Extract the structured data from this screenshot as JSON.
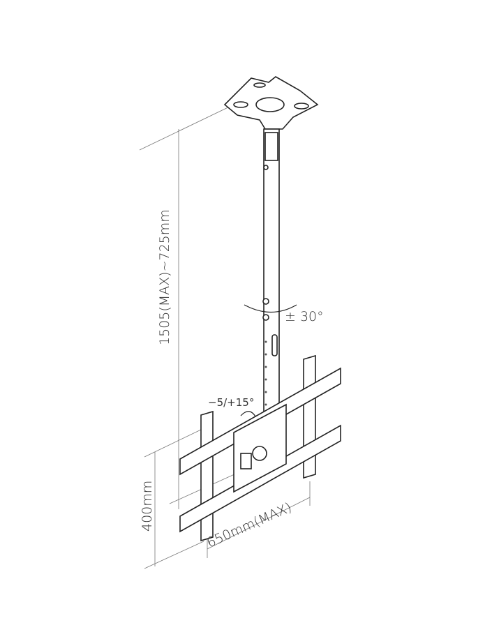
{
  "labels": {
    "height_range": "1505(MAX)~725mm",
    "swivel": "± 30°",
    "tilt": "−5/+15°",
    "vesa_height": "400mm",
    "vesa_width": "650mm(MAX)"
  }
}
